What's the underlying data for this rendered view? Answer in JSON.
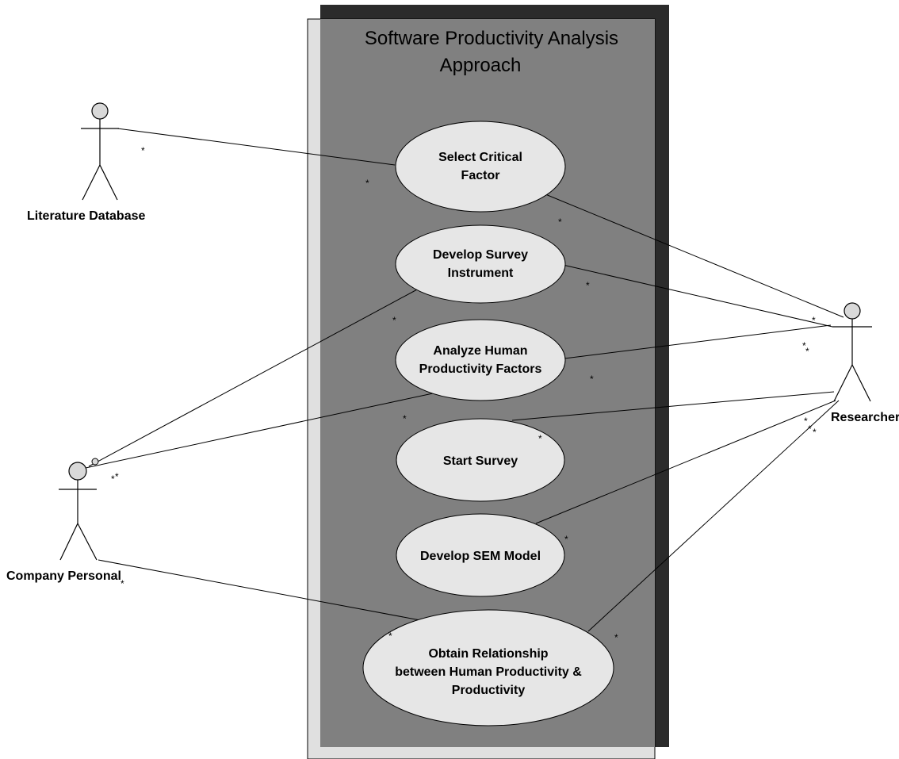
{
  "system": {
    "title_line1": "Software Productivity Analysis",
    "title_line2": "Approach"
  },
  "actors": {
    "literature": "Literature Database",
    "company": "Company Personal",
    "researcher": "Researcher"
  },
  "use_cases": {
    "select_critical_factor": [
      "Select Critical",
      "Factor"
    ],
    "develop_survey_instrument": [
      "Develop Survey",
      "Instrument"
    ],
    "analyze_human_productivity": [
      "Analyze Human",
      "Productivity Factors"
    ],
    "start_survey": [
      "Start Survey"
    ],
    "develop_sem_model": [
      "Develop SEM Model"
    ],
    "obtain_relationship": [
      "Obtain Relationship",
      "between Human Productivity &",
      "Productivity"
    ]
  },
  "multiplicity_marker": "*",
  "colors": {
    "shadow": "#2b2b2b",
    "system_light": "#e0e0e0",
    "system_fill": "#808080",
    "use_case_fill": "#e6e6e6",
    "actor_head": "#d9d9d9"
  }
}
